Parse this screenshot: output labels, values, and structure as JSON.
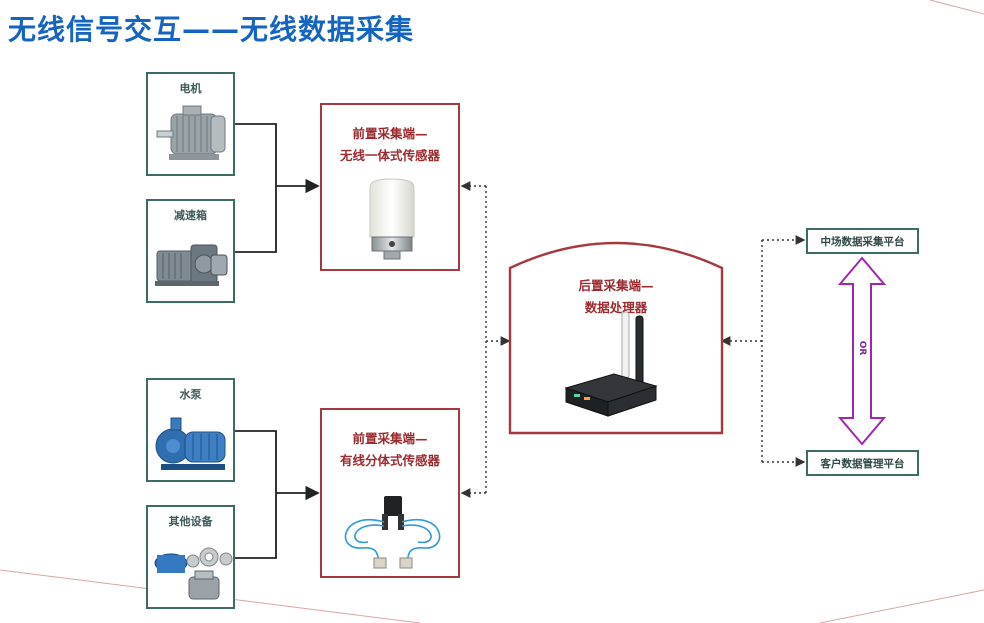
{
  "title": "无线信号交互——无线数据采集",
  "devices": {
    "motor": "电机",
    "gearbox": "减速箱",
    "pump": "水泵",
    "other": "其他设备"
  },
  "front_wireless": {
    "line1": "前置采集端—",
    "line2": "无线一体式传感器"
  },
  "front_wired": {
    "line1": "前置采集端—",
    "line2": "有线分体式传感器"
  },
  "gateway": {
    "line1": "后置采集端—",
    "line2": "数据处理器"
  },
  "platforms": {
    "onsite": "中场数据采集平台",
    "customer": "客户数据管理平台"
  },
  "or_label": "OR",
  "colors": {
    "title": "#1565c0",
    "device_border": "#3d6b66",
    "collector_border": "#a6393f",
    "collector_text": "#9b2a2f",
    "or_arrow": "#9c27b0"
  }
}
